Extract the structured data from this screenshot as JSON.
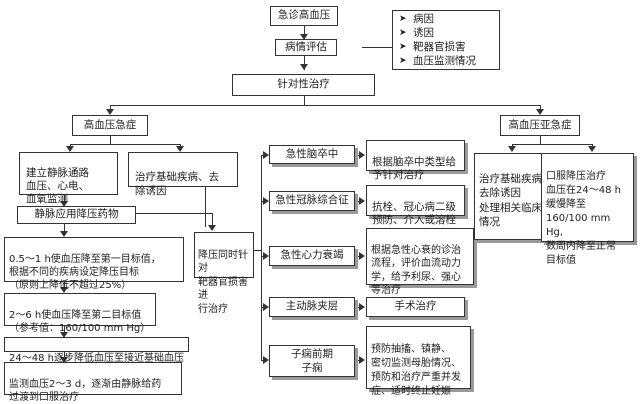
{
  "top": {
    "emergency": "急诊高血压",
    "assessment": "病情评估",
    "targeted": "针对性治疗"
  },
  "assessment_items": [
    "病因",
    "诱因",
    "靶器官损害",
    "血压监测情况"
  ],
  "crisis": {
    "title": "高血压急症",
    "iv_setup": "建立静脉通路\n血压、心电、\n血氧监测",
    "base_treatment": "治疗基础疾病、去\n除诱因",
    "drug": "静脉应用降压药物",
    "step1": "0.5～1 h使血压降至第一目标值，\n根据不同的疾病设定降压目标\n（原则上降低不超过25%）",
    "step2": "2～6 h使血压降至第二目标值\n（参考值：160/100 mm Hg）",
    "step3": "24～48 h逐步降低血压至接近基础血压",
    "step4": "监测血压2～3 d，逐渐由静脉给药\n过渡到口服治疗",
    "simultaneous": "降压同时针对\n靶器官损害进\n行治疗"
  },
  "conditions": [
    {
      "name": "急性脑卒中",
      "treatment": "根据脑卒中类型给\n予针对治疗"
    },
    {
      "name": "急性冠脉综合征",
      "treatment": "抗栓、冠心病二级\n预防、介入或溶栓"
    },
    {
      "name": "急性心力衰竭",
      "treatment": "根据急性心衰的诊治\n流程，评价血流动力\n学，给予利尿、强心\n等治疗"
    },
    {
      "name": "主动脉夹层",
      "treatment": "手术治疗"
    },
    {
      "name": "子痫前期\n子痫",
      "treatment": "预防抽搐、镇静、\n密切监测母胎情况、\n预防和治疗严重并发\n症、适时终止妊娠"
    }
  ],
  "subcrisis": {
    "title": "高血压亚急症",
    "left": "治疗基础疾病\n去除诱因\n处理相关临床\n情况",
    "right": "口服降压治疗\n血压在24～48 h\n缓慢降至\n160/100 mm Hg,\n数周内降至正常\n目标值"
  }
}
